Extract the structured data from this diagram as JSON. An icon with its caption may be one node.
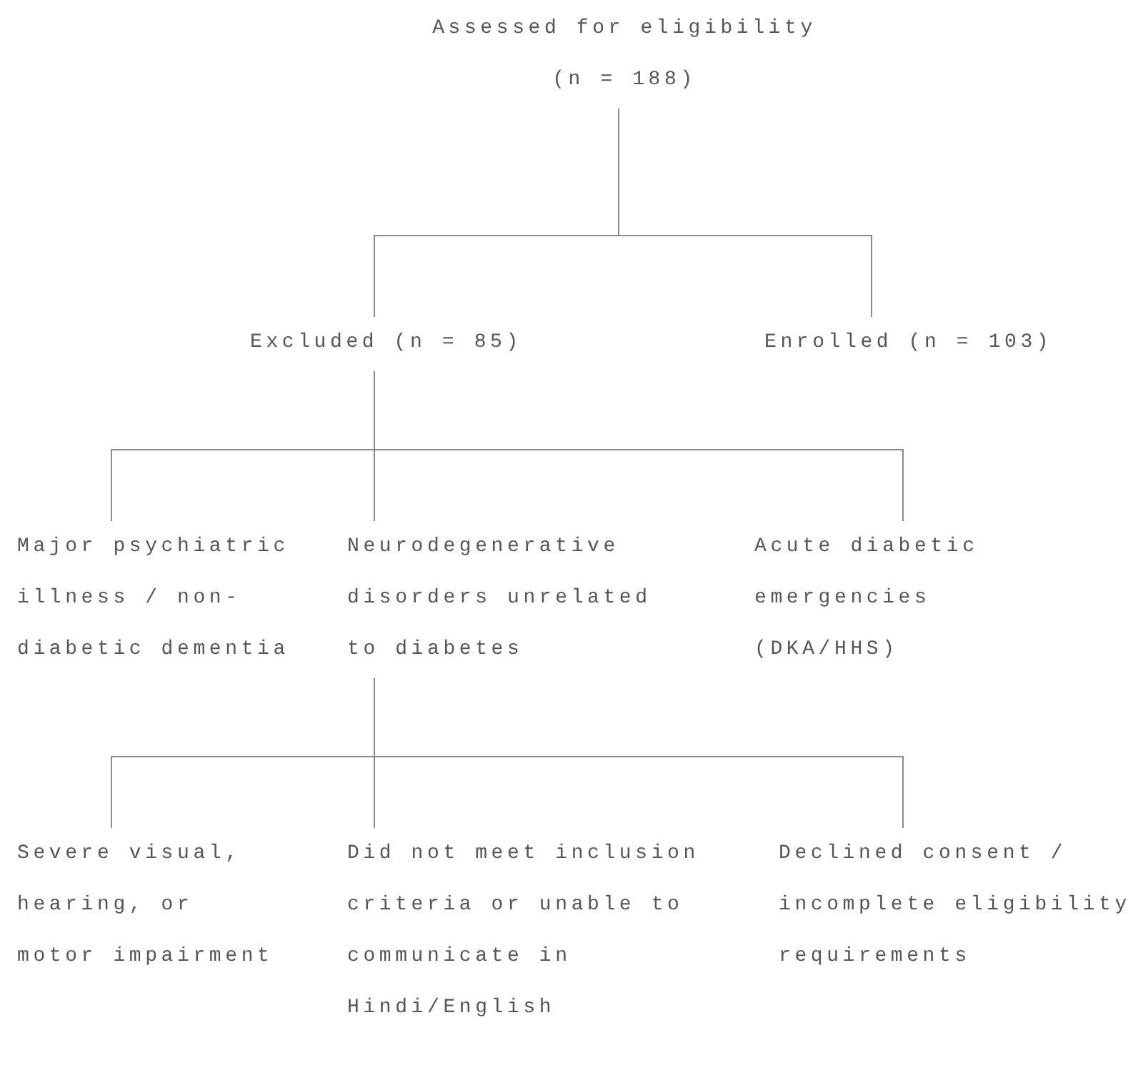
{
  "diagram": {
    "nodes": [
      {
        "text": [
          "Assessed for eligibility",
          "(n = 188)"
        ]
      },
      {
        "text": [
          "Excluded (n = 85)"
        ]
      },
      {
        "text": [
          "Enrolled (n = 103)"
        ]
      },
      {
        "text": [
          "Major psychiatric illness / non-diabetic dementia"
        ]
      },
      {
        "text": [
          "Neurodegenerative disorders unrelated to diabetes"
        ]
      },
      {
        "text": [
          "Acute diabetic emergencies (DKA/HHS)"
        ]
      },
      {
        "text": [
          "Severe visual, hearing, or motor impairment"
        ]
      },
      {
        "text": [
          "Did not meet inclusion criteria or unable to communicate in Hindi/English"
        ]
      },
      {
        "text": [
          "Declined consent / incomplete eligibility requirements"
        ]
      }
    ],
    "edges": [
      {
        "from": 0,
        "to": 1,
        "arrow": "none"
      },
      {
        "from": 0,
        "to": 2,
        "arrow": "none"
      },
      {
        "from": 1,
        "to": 3,
        "arrow": "none"
      },
      {
        "from": 1,
        "to": 4,
        "arrow": "none"
      },
      {
        "from": 1,
        "to": 5,
        "arrow": "none"
      },
      {
        "from": 4,
        "to": 6,
        "arrow": "none"
      },
      {
        "from": 4,
        "to": 7,
        "arrow": "none"
      },
      {
        "from": 4,
        "to": 8,
        "arrow": "none"
      }
    ]
  }
}
